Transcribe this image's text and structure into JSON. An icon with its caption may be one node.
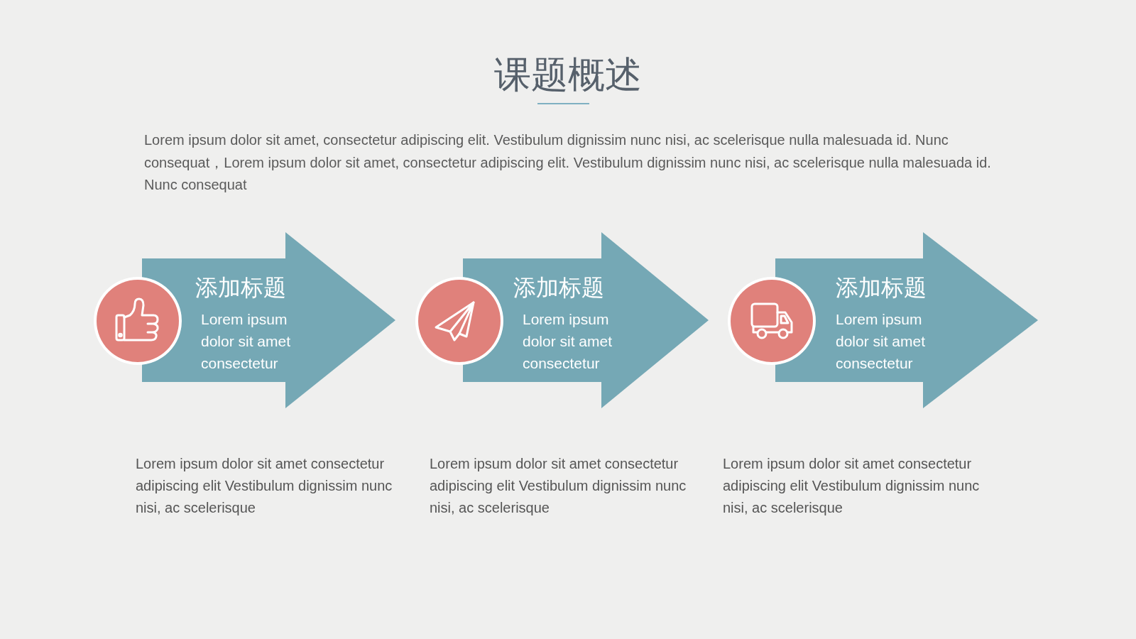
{
  "diagram": {
    "title": "课题概述",
    "nodes": [
      {
        "text": [
          "添加标题",
          "Lorem ipsum dolor sit amet consectetur"
        ],
        "beside": [
          "Lorem ipsum dolor sit amet consectetur adipiscing elit Vestibulum dignissim nunc nisi, ac scelerisque"
        ]
      },
      {
        "text": [
          "添加标题",
          "Lorem ipsum dolor sit amet consectetur"
        ],
        "beside": [
          "Lorem ipsum dolor sit amet consectetur adipiscing elit Vestibulum dignissim nunc nisi, ac scelerisque"
        ]
      },
      {
        "text": [
          "添加标题",
          "Lorem ipsum dolor sit amet consectetur"
        ],
        "beside": [
          "Lorem ipsum dolor sit amet consectetur adipiscing elit Vestibulum dignissim nunc nisi, ac scelerisque"
        ]
      }
    ],
    "labels": [
      "Lorem ipsum dolor sit amet, consectetur adipiscing elit. Vestibulum dignissim nunc nisi, ac scelerisque nulla malesuada id. Nunc consequat，Lorem ipsum dolor sit amet, consectetur adipiscing elit. Vestibulum dignissim nunc nisi, ac scelerisque nulla malesuada id. Nunc consequat"
    ]
  }
}
